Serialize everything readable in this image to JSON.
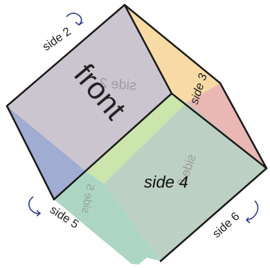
{
  "labels": {
    "front": "front",
    "side2": "side 2",
    "side3": "side 3",
    "side4": "side 4",
    "side5": "side 5",
    "side6": "side 6",
    "ghost_side2": "side 2",
    "ghost_side5": "side 5",
    "ghost_side6": "side 6"
  },
  "colors": {
    "front": "#c8c2cc",
    "side3": "#f8d8a0",
    "side3_lower": "#e8b4b0",
    "side4": "#b8cdc0",
    "side4_top_band": "#c8e4a8",
    "side5": "#a8d4c0",
    "left_blue": "#9ba8cf",
    "outline": "#1a1a1a",
    "arrow": "#2a3a80",
    "ghost_text": "#8f8f8f"
  },
  "icons": [
    "rotate-arrow-icon"
  ]
}
